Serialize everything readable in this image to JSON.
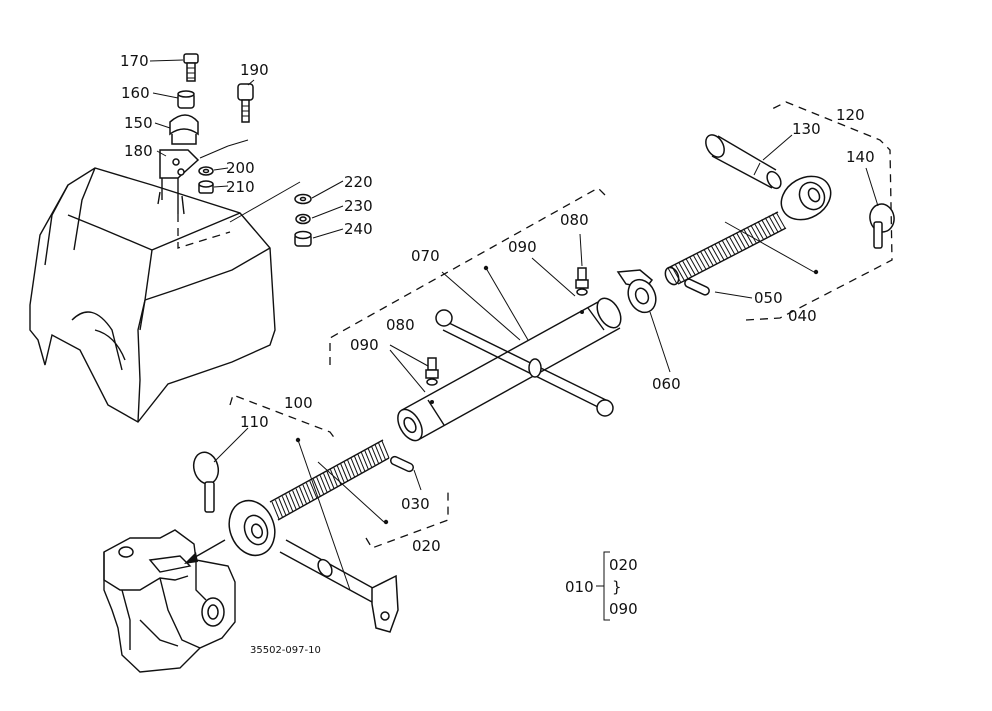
{
  "diagram": {
    "drawing_number": "35502-097-10",
    "callouts": {
      "c010": "010",
      "c020": "020",
      "c030": "030",
      "c040": "040",
      "c050": "050",
      "c060": "060",
      "c070": "070",
      "c080a": "080",
      "c080b": "080",
      "c090a": "090",
      "c090b": "090",
      "c100": "100",
      "c110": "110",
      "c120": "120",
      "c130": "130",
      "c140": "140",
      "c150": "150",
      "c160": "160",
      "c170": "170",
      "c180": "180",
      "c190": "190",
      "c200": "200",
      "c210": "210",
      "c220": "220",
      "c230": "230",
      "c240": "240"
    },
    "assembly_key": {
      "parent": "010",
      "from": "020",
      "range_mark": "}",
      "to": "090"
    },
    "colors": {
      "line": "#111111",
      "background": "#ffffff"
    }
  }
}
